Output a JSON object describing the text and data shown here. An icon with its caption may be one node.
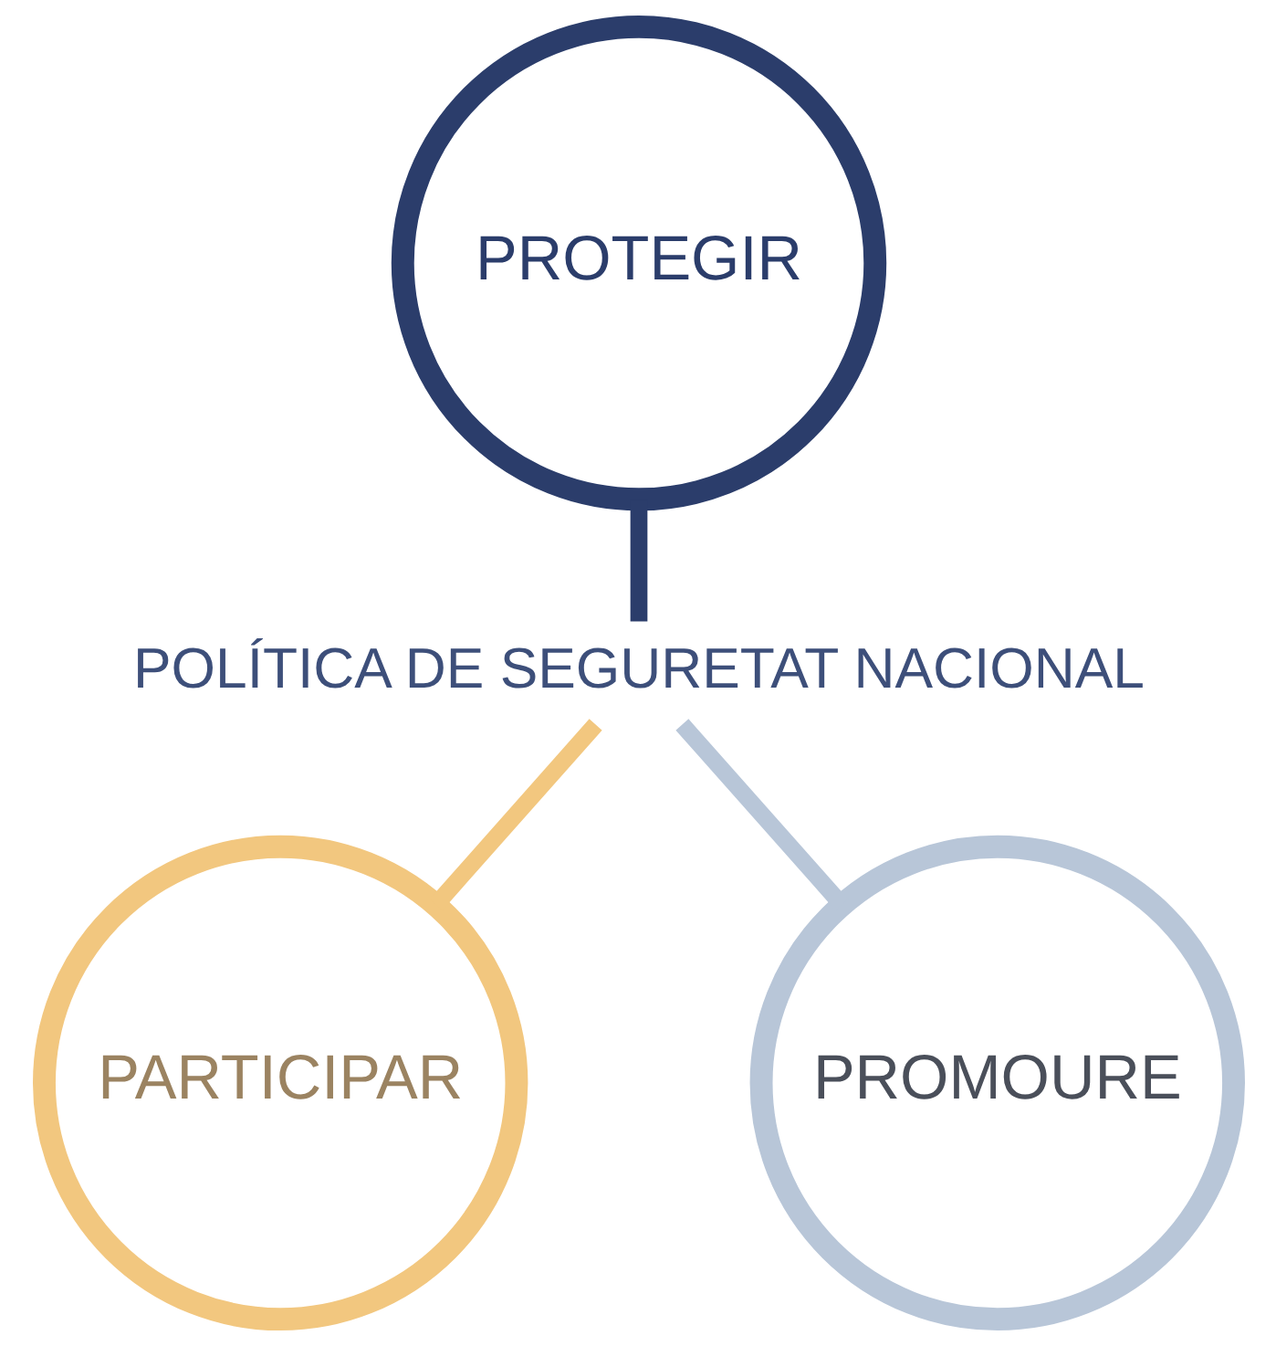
{
  "diagram": {
    "nodes": [
      {
        "text": [
          "POLÍTICA DE SEGURETAT NACIONAL"
        ]
      },
      {
        "text": [
          "PROTEGIR"
        ]
      },
      {
        "text": [
          "PARTICIPAR"
        ]
      },
      {
        "text": [
          "PROMOURE"
        ]
      }
    ],
    "edges": [
      {
        "from": 1,
        "to": 0,
        "arrow": "none",
        "color": "#2b3d6b"
      },
      {
        "from": 0,
        "to": 2,
        "arrow": "none",
        "color": "#f2c77f"
      },
      {
        "from": 0,
        "to": 3,
        "arrow": "none",
        "color": "#b8c6d8"
      }
    ]
  }
}
